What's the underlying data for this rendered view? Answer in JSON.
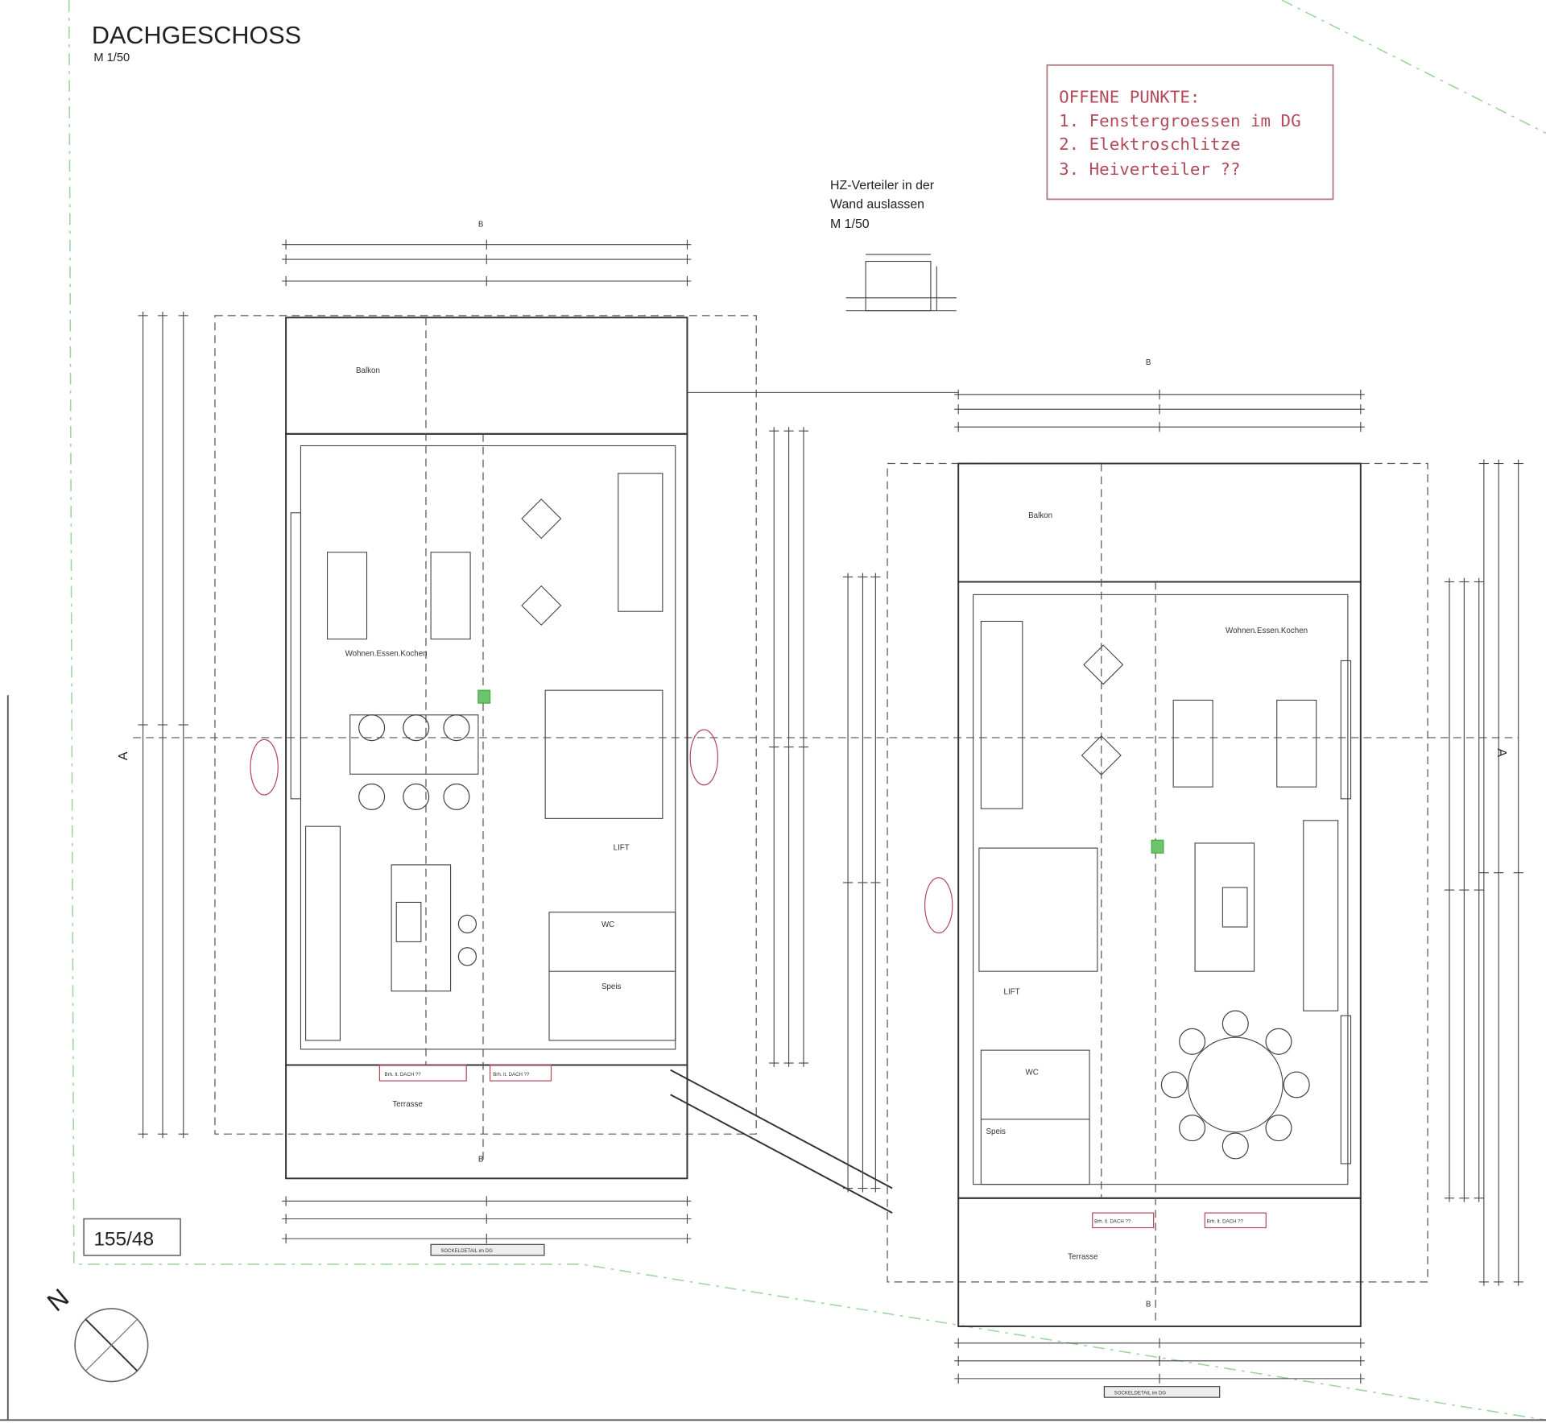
{
  "header": {
    "title": "DACHGESCHOSS",
    "scale": "M 1/50"
  },
  "detail_note": {
    "lines": [
      "HZ-Verteiler in der",
      "Wand auslassen",
      "M 1/50"
    ]
  },
  "open_points": {
    "title": "OFFENE PUNKTE:",
    "items": [
      "1. Fenstergroessen im DG",
      "2. Elektroschlitze",
      "3. Heiverteiler ??"
    ],
    "color": "#b34a5a"
  },
  "parcel": "155/48",
  "north": "N",
  "section_marks": {
    "a": "A",
    "b": "B"
  },
  "left_unit": {
    "rooms": {
      "balkon": "Balkon",
      "wohnen": "Wohnen.Essen.Kochen",
      "lift": "LIFT",
      "wc": "WC",
      "speis": "Speis",
      "terrasse": "Terrasse"
    },
    "footer": "SOCKELDETAIL im DG",
    "red_tags": [
      "Brh. lt. DACH ??",
      "Brh. lt. DACH ??"
    ]
  },
  "right_unit": {
    "rooms": {
      "balkon": "Balkon",
      "wohnen": "Wohnen.Essen.Kochen",
      "lift": "LIFT",
      "wc": "WC",
      "speis": "Speis",
      "terrasse": "Terrasse"
    },
    "footer": "SOCKELDETAIL im DG",
    "red_tags": [
      "Brh. lt. DACH ??",
      "Brh. lt. DACH ??"
    ]
  },
  "colors": {
    "property_line": "#9fd69f",
    "marker": "#6cc46c",
    "annotation": "#b34a5a"
  }
}
